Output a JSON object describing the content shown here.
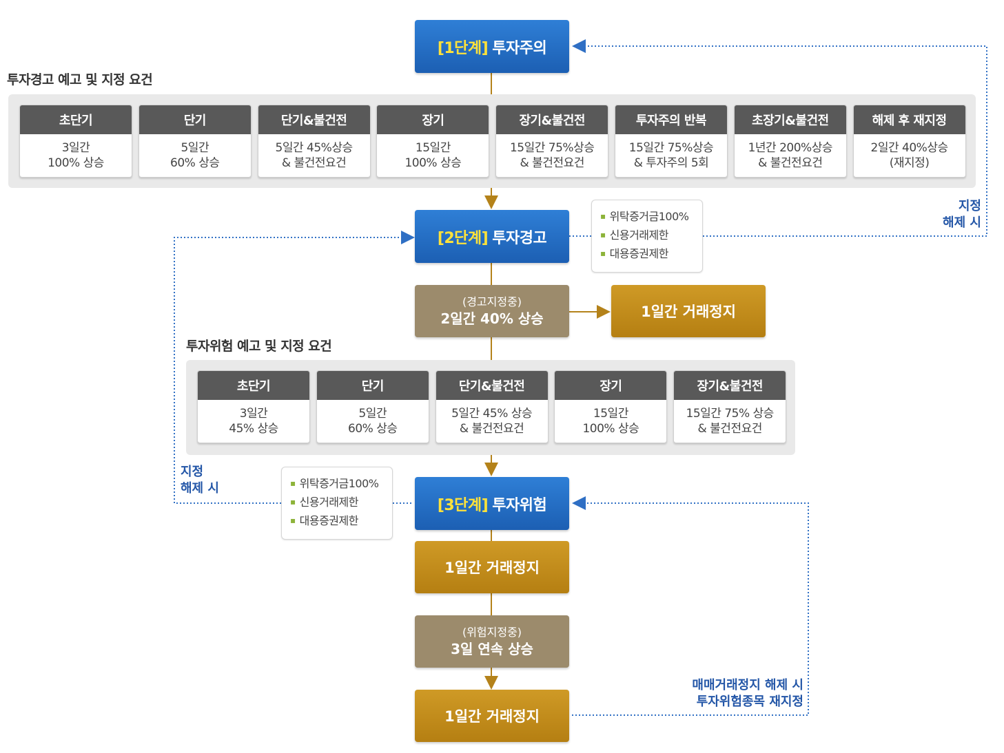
{
  "stage1": {
    "level": "[1단계]",
    "name": "투자주의"
  },
  "stage2": {
    "level": "[2단계]",
    "name": "투자경고"
  },
  "stage3": {
    "level": "[3단계]",
    "name": "투자위험"
  },
  "warning_section": {
    "title": "투자경고 예고 및 지정 요건",
    "cards": [
      {
        "head": "초단기",
        "line1": "3일간",
        "line2": "100% 상승"
      },
      {
        "head": "단기",
        "line1": "5일간",
        "line2": "60% 상승"
      },
      {
        "head": "단기&불건전",
        "line1": "5일간 45%상승",
        "line2": "& 불건전요건"
      },
      {
        "head": "장기",
        "line1": "15일간",
        "line2": "100% 상승"
      },
      {
        "head": "장기&불건전",
        "line1": "15일간 75%상승",
        "line2": "& 불건전요건"
      },
      {
        "head": "투자주의 반복",
        "line1": "15일간 75%상승",
        "line2": "& 투자주의 5회"
      },
      {
        "head": "초장기&불건전",
        "line1": "1년간 200%상승",
        "line2": "& 불건전요건"
      },
      {
        "head": "해제 후 재지정",
        "line1": "2일간 40%상승",
        "line2": "(재지정)"
      }
    ]
  },
  "risk_section": {
    "title": "투자위험 예고 및 지정 요건",
    "cards": [
      {
        "head": "초단기",
        "line1": "3일간",
        "line2": "45% 상승"
      },
      {
        "head": "단기",
        "line1": "5일간",
        "line2": "60% 상승"
      },
      {
        "head": "단기&불건전",
        "line1": "5일간 45% 상승",
        "line2": "& 불건전요건"
      },
      {
        "head": "장기",
        "line1": "15일간",
        "line2": "100% 상승"
      },
      {
        "head": "장기&불건전",
        "line1": "15일간 75% 상승",
        "line2": "& 불건전요건"
      }
    ]
  },
  "stage2_note": [
    "위탁증거금100%",
    "신용거래제한",
    "대용증권제한"
  ],
  "stage3_note": [
    "위탁증거금100%",
    "신용거래제한",
    "대용증권제한"
  ],
  "warning_designated": {
    "line1": "(경고지정중)",
    "line2": "2일간 40% 상승"
  },
  "risk_designated": {
    "line1": "(위험지정중)",
    "line2": "3일 연속 상승"
  },
  "halt_label": "1일간 거래정지",
  "release_right": {
    "line1": "지정",
    "line2": "해제 시"
  },
  "release_left": {
    "line1": "지정",
    "line2": "해제 시"
  },
  "redesignate": {
    "line1": "매매거래정지 해제 시",
    "line2": "투자위험종목 재지정"
  },
  "colors": {
    "stage_blue": "#1c5fb3",
    "halt_gold": "#c08a1a",
    "designated_tan": "#9c8b6c",
    "level_yellow": "#ffe23a",
    "link_blue": "#2356a7"
  }
}
